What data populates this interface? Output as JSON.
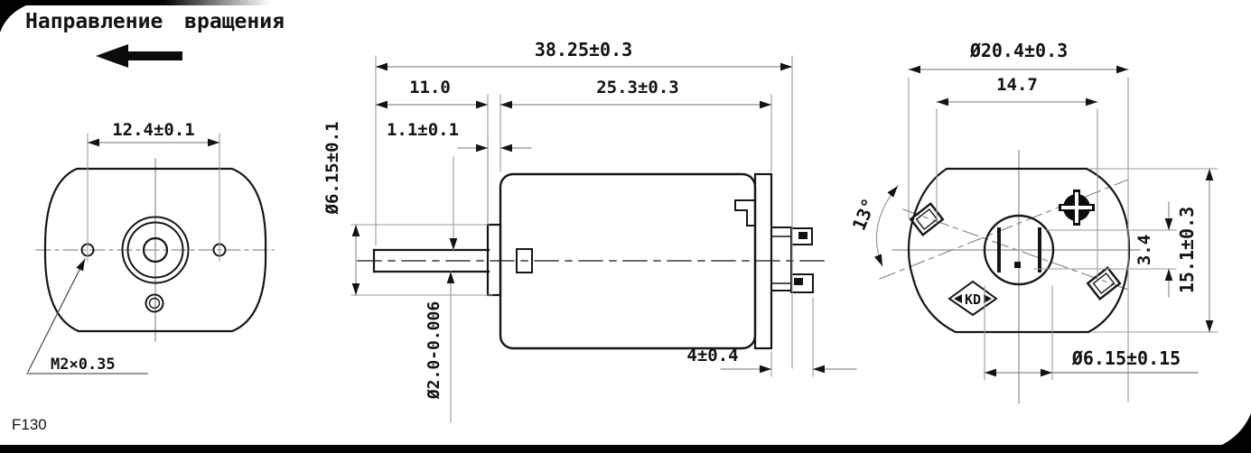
{
  "drawing": {
    "title": "Направление вращения",
    "model": "F130",
    "logo": "KD",
    "front_view": {
      "hole_spacing": "12.4±0.1",
      "thread_spec": "M2×0.35"
    },
    "side_view": {
      "overall_length": "38.25±0.3",
      "shaft_length": "11.0",
      "body_length": "25.3±0.3",
      "bushing_protrusion": "1.1±0.1",
      "bushing_diameter": "Ø6.15±0.1",
      "shaft_diameter": "Ø2.0-0.006",
      "terminal_length": "4±0.4"
    },
    "rear_view": {
      "body_diameter": "Ø20.4±0.3",
      "hole_spacing": "14.7",
      "angle": "13°",
      "commutator_offset": "3.4",
      "body_height": "15.1±0.3",
      "boss_diameter": "Ø6.15±0.15"
    }
  },
  "colors": {
    "line": "#161616",
    "dim": "#8f8f8f",
    "background": "#ffffff",
    "frame": "#000000"
  }
}
